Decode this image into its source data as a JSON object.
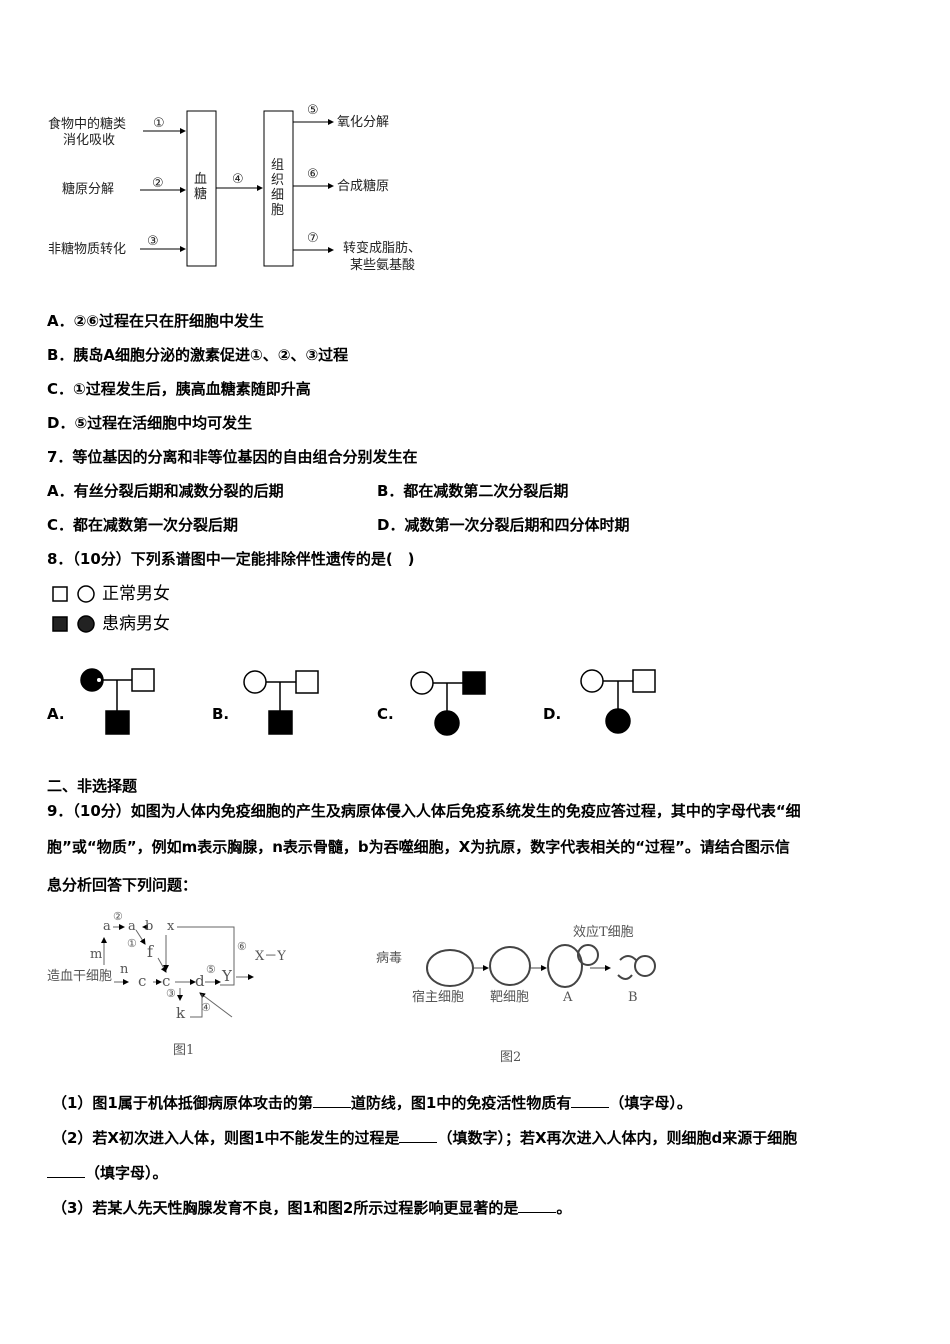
{
  "diagram1": {
    "inputs": [
      "食物中的糖类",
      "消化吸收",
      "糖原分解",
      "非糖物质转化"
    ],
    "box1": "血糖",
    "box2": "组织细胞",
    "steps": [
      "①",
      "②",
      "③",
      "④",
      "⑤",
      "⑥",
      "⑦"
    ],
    "outputs": [
      "氧化分解",
      "合成糖原",
      "转变成脂肪、",
      "某些氨基酸"
    ]
  },
  "q6": {
    "options": [
      "A．②⑥过程在只在肝细胞中发生",
      "B．胰岛A细胞分泌的激素促进①、②、③过程",
      "C．①过程发生后，胰高血糖素随即升高",
      "D．⑤过程在活细胞中均可发生"
    ]
  },
  "q7": {
    "stem": "7．等位基因的分离和非等位基因的自由组合分别发生在",
    "options": [
      "A．有丝分裂后期和减数分裂的后期",
      "B．都在减数第二次分裂后期",
      "C．都在减数第一次分裂后期",
      "D．减数第一次分裂后期和四分体时期"
    ]
  },
  "q8": {
    "stem": "8．（10分）下列系谱图中一定能排除伴性遗传的是(　)",
    "legend": [
      "正常男女",
      "患病男女"
    ],
    "labels": [
      "A.",
      "B.",
      "C.",
      "D."
    ]
  },
  "section": "二、非选择题",
  "q9": {
    "lines": [
      "9．（10分）如图为人体内免疫细胞的产生及病原体侵入人体后免疫系统发生的免疫应答过程，其中的字母代表“细",
      "胞”或“物质”，例如m表示胸腺，n表示骨髓，b为吞噬细胞，X为抗原，数字代表相关的“过程”。请结合图示信",
      "息分析回答下列问题："
    ],
    "fig1": {
      "labels": [
        "造血干细胞",
        "a",
        "②",
        "a",
        "b",
        "x",
        "①",
        "f",
        "m",
        "n",
        "c",
        "c",
        "d",
        "⑤",
        "Y",
        "③",
        "k",
        "④",
        "⑥",
        "X－Y"
      ],
      "caption": "图1"
    },
    "fig2": {
      "labels": [
        "病毒",
        "宿主细胞",
        "靶细胞",
        "A",
        "B",
        "效应T细胞"
      ],
      "caption": "图2"
    },
    "sub": [
      {
        "a": "（1）图1属于机体抵御病原体攻击的第",
        "b": "道防线，图1中的免疫活性物质有",
        "c": "（填字母）。"
      },
      {
        "a": "（2）若X初次进入人体，则图1中不能发生的过程是",
        "b": "（填数字）；若X再次进入人体内，则细胞d来源于细胞",
        "c": "（填字母）。"
      },
      {
        "a": "（3）若某人先天性胸腺发育不良，图1和图2所示过程影响更显著的是",
        "b": "。"
      }
    ]
  }
}
